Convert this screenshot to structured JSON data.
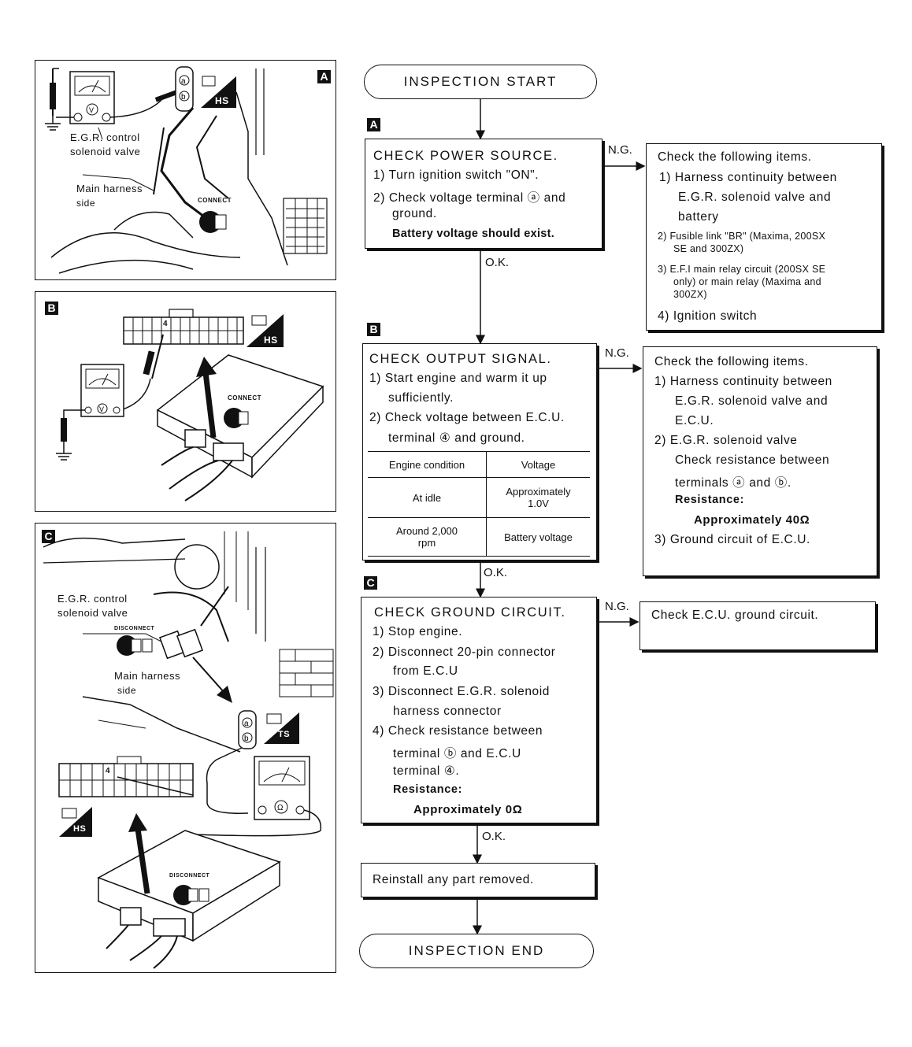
{
  "flow": {
    "start": "INSPECTION START",
    "end": "INSPECTION END",
    "ok": "O.K.",
    "ng": "N.G.",
    "step_a": {
      "tag": "A",
      "title": "CHECK POWER SOURCE.",
      "lines": [
        "1) Turn ignition switch \"ON\".",
        "2) Check voltage terminal ⓐ and",
        "ground."
      ],
      "note": "Battery voltage should exist."
    },
    "ng_a": {
      "title": "Check the following items.",
      "l1": "1) Harness continuity between",
      "l2": "E.G.R. solenoid valve and",
      "l3": "battery",
      "l4": "2) Fusible link \"BR\" (Maxima, 200SX",
      "l5": "SE and 300ZX)",
      "l6": "3) E.F.I main relay circuit (200SX SE",
      "l7": "only) or main relay (Maxima and",
      "l8": "300ZX)",
      "l9": "4) Ignition switch"
    },
    "step_b": {
      "tag": "B",
      "title": "CHECK OUTPUT SIGNAL.",
      "lines": [
        "1) Start engine and warm it up",
        "sufficiently.",
        "2) Check voltage between E.C.U.",
        "terminal ④ and ground."
      ],
      "table": {
        "headers": [
          "Engine condition",
          "Voltage"
        ],
        "rows": [
          [
            "At idle",
            "Approximately 1.0V"
          ],
          [
            "Around 2,000 rpm",
            "Battery voltage"
          ]
        ]
      }
    },
    "ng_b": {
      "title": "Check the following items.",
      "l1": "1) Harness continuity between",
      "l2": "E.G.R. solenoid valve and",
      "l3": "E.C.U.",
      "l4": "2) E.G.R. solenoid valve",
      "l5": "Check resistance between",
      "l6": "terminals ⓐ and ⓑ.",
      "res_label": "Resistance:",
      "res_value": "Approximately 40Ω",
      "l7": "3) Ground circuit of E.C.U."
    },
    "step_c": {
      "tag": "C",
      "title": "CHECK GROUND CIRCUIT.",
      "lines": [
        "1) Stop engine.",
        "2) Disconnect 20-pin connector",
        "from E.C.U",
        "3) Disconnect E.G.R. solenoid",
        "harness connector",
        "4) Check resistance between",
        "terminal ⓑ and E.C.U",
        "terminal ④."
      ],
      "res_label": "Resistance:",
      "res_value": "Approximately 0Ω"
    },
    "ng_c": "Check E.C.U. ground circuit.",
    "final": "Reinstall any part removed."
  },
  "illustrations": {
    "a": {
      "tag": "A",
      "label1": "E.G.R. control",
      "label2": "solenoid valve",
      "label3": "Main harness",
      "label4": "side",
      "connect": "CONNECT",
      "mode": "HS"
    },
    "b": {
      "tag": "B",
      "connect": "CONNECT",
      "mode": "HS",
      "pin": "4"
    },
    "c": {
      "tag": "C",
      "label1": "E.G.R. control",
      "label2": "solenoid valve",
      "label3": "Main harness",
      "label4": "side",
      "disconnect": "DISCONNECT",
      "mode_ts": "TS",
      "mode_hs": "HS",
      "pin": "4"
    }
  }
}
